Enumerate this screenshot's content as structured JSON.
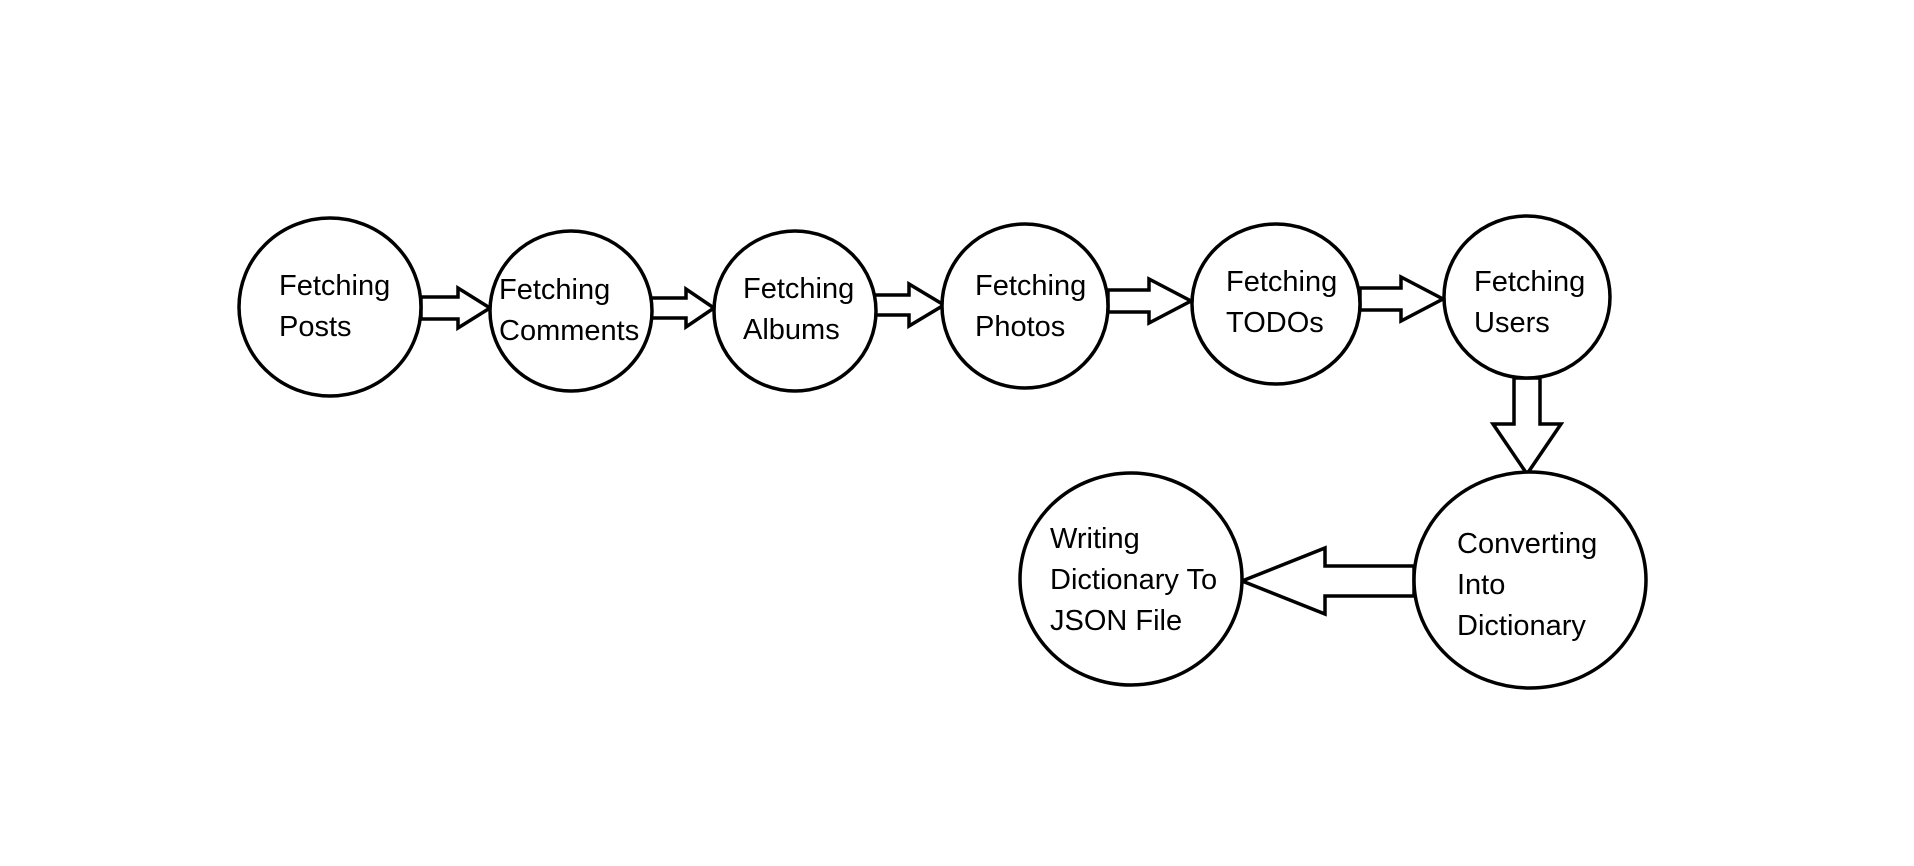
{
  "diagram": {
    "type": "flowchart",
    "nodes": [
      {
        "id": "posts",
        "lines": [
          "Fetching",
          "Posts"
        ]
      },
      {
        "id": "comments",
        "lines": [
          "Fetching",
          "Comments"
        ]
      },
      {
        "id": "albums",
        "lines": [
          "Fetching",
          "Albums"
        ]
      },
      {
        "id": "photos",
        "lines": [
          "Fetching",
          "Photos"
        ]
      },
      {
        "id": "todos",
        "lines": [
          "Fetching",
          "TODOs"
        ]
      },
      {
        "id": "users",
        "lines": [
          "Fetching",
          "Users"
        ]
      },
      {
        "id": "convert",
        "lines": [
          "Converting",
          "Into",
          "Dictionary"
        ]
      },
      {
        "id": "write",
        "lines": [
          "Writing",
          "Dictionary To",
          "JSON File"
        ]
      }
    ],
    "edges": [
      {
        "from": "posts",
        "to": "comments"
      },
      {
        "from": "comments",
        "to": "albums"
      },
      {
        "from": "albums",
        "to": "photos"
      },
      {
        "from": "photos",
        "to": "todos"
      },
      {
        "from": "todos",
        "to": "users"
      },
      {
        "from": "users",
        "to": "convert"
      },
      {
        "from": "convert",
        "to": "write"
      }
    ],
    "colors": {
      "stroke": "#000000",
      "fill": "#ffffff",
      "background": "#ffffff"
    }
  }
}
